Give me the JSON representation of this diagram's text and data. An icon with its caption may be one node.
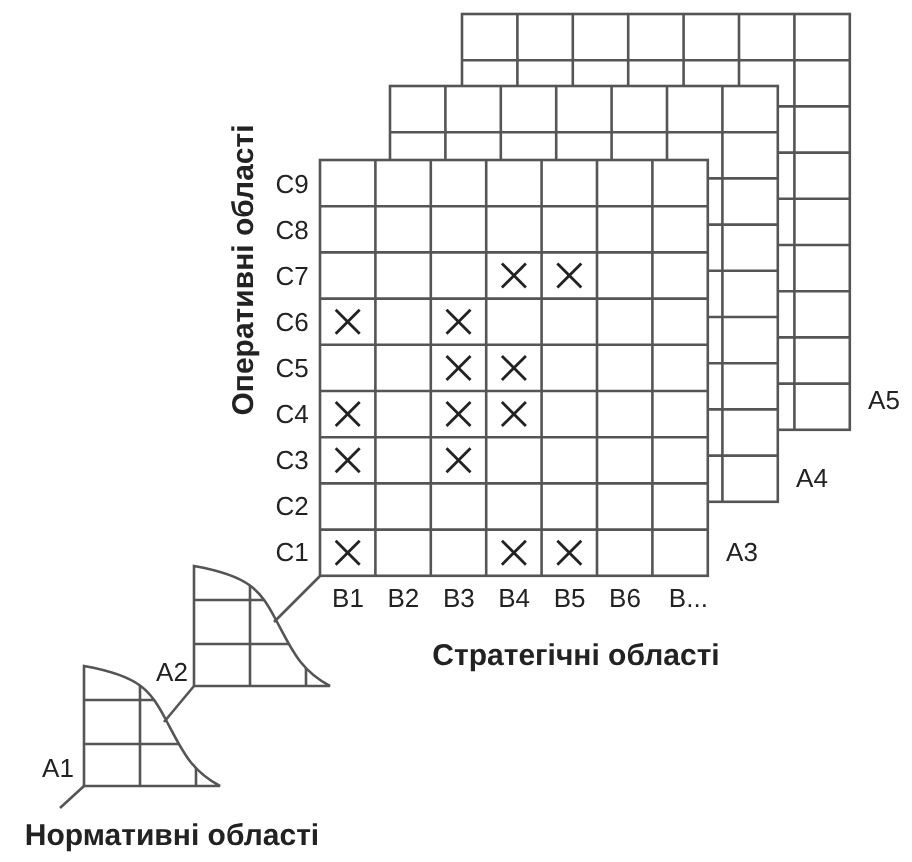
{
  "diagram": {
    "labels": [
      "Оперативні області",
      "C9",
      "C8",
      "C7",
      "C6",
      "C5",
      "C4",
      "C3",
      "C2",
      "C1",
      "A5",
      "A4",
      "A3",
      "B1",
      "B2",
      "B3",
      "B4",
      "B5",
      "B6",
      "B...",
      "A2",
      "Стратегічні області",
      "A1",
      "Нормативні області"
    ]
  }
}
